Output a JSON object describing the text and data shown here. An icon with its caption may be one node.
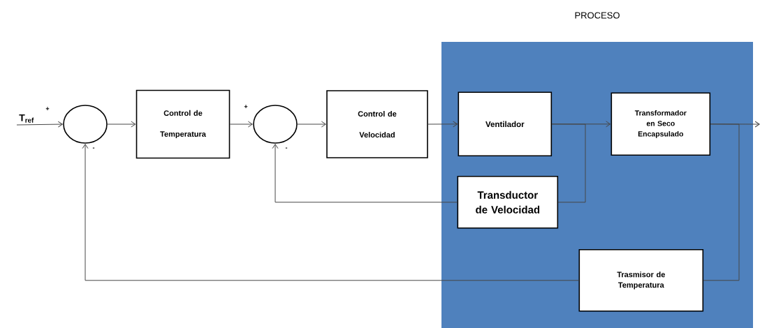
{
  "diagram": {
    "nodes": [
      {
        "text": [
          "PROCESO"
        ]
      },
      {
        "text": [
          "T$_{ref}$"
        ]
      },
      {
        "text": [],
        "shape": "circle"
      },
      {
        "text": [
          "Control de Temperatura"
        ]
      },
      {
        "text": [],
        "shape": "circle"
      },
      {
        "text": [
          "Control de Velocidad"
        ]
      },
      {
        "text": [
          "Ventilador"
        ],
        "in": 0
      },
      {
        "text": [
          "Transformador en Seco Encapsulado"
        ],
        "in": 0
      },
      {
        "text": [
          "Transductor de Velocidad"
        ],
        "in": 0
      },
      {
        "text": [
          "Trasmisor de Temperatura"
        ],
        "in": 0
      }
    ],
    "edges": [
      {
        "from": 1,
        "to": 2,
        "arrow": "to"
      },
      {
        "from": 2,
        "to": 3,
        "arrow": "to"
      },
      {
        "from": 3,
        "to": 4,
        "arrow": "to"
      },
      {
        "from": 4,
        "to": 5,
        "arrow": "to"
      },
      {
        "from": 5,
        "to": 6,
        "arrow": "to"
      },
      {
        "from": 6,
        "to": 7,
        "arrow": "to"
      },
      {
        "from": 7,
        "to": null,
        "arrow": "to"
      },
      {
        "from": 6,
        "to": 8,
        "arrow": "none"
      },
      {
        "from": 8,
        "to": 4,
        "arrow": "to"
      },
      {
        "from": 7,
        "to": 9,
        "arrow": "none"
      },
      {
        "from": 9,
        "to": 2,
        "arrow": "to"
      }
    ],
    "labels": [
      "+",
      "-",
      "+",
      "-"
    ]
  }
}
